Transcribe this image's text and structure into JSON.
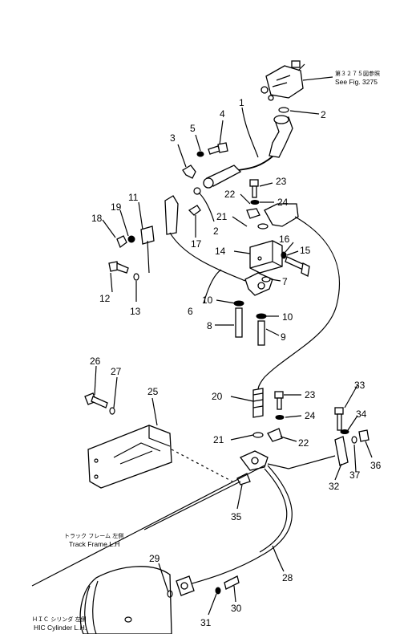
{
  "callouts": [
    {
      "id": "c1",
      "label": "1"
    },
    {
      "id": "c2a",
      "label": "2"
    },
    {
      "id": "c2b",
      "label": "2"
    },
    {
      "id": "c3",
      "label": "3"
    },
    {
      "id": "c4",
      "label": "4"
    },
    {
      "id": "c5",
      "label": "5"
    },
    {
      "id": "c6",
      "label": "6"
    },
    {
      "id": "c7",
      "label": "7"
    },
    {
      "id": "c8",
      "label": "8"
    },
    {
      "id": "c9",
      "label": "9"
    },
    {
      "id": "c10a",
      "label": "10"
    },
    {
      "id": "c10b",
      "label": "10"
    },
    {
      "id": "c11",
      "label": "11"
    },
    {
      "id": "c12",
      "label": "12"
    },
    {
      "id": "c13",
      "label": "13"
    },
    {
      "id": "c14",
      "label": "14"
    },
    {
      "id": "c15",
      "label": "15"
    },
    {
      "id": "c16",
      "label": "16"
    },
    {
      "id": "c17",
      "label": "17"
    },
    {
      "id": "c18",
      "label": "18"
    },
    {
      "id": "c19",
      "label": "19"
    },
    {
      "id": "c20",
      "label": "20"
    },
    {
      "id": "c21a",
      "label": "21"
    },
    {
      "id": "c21b",
      "label": "21"
    },
    {
      "id": "c22a",
      "label": "22"
    },
    {
      "id": "c22b",
      "label": "22"
    },
    {
      "id": "c23a",
      "label": "23"
    },
    {
      "id": "c23b",
      "label": "23"
    },
    {
      "id": "c24a",
      "label": "24"
    },
    {
      "id": "c24b",
      "label": "24"
    },
    {
      "id": "c25",
      "label": "25"
    },
    {
      "id": "c26",
      "label": "26"
    },
    {
      "id": "c27",
      "label": "27"
    },
    {
      "id": "c28",
      "label": "28"
    },
    {
      "id": "c29",
      "label": "29"
    },
    {
      "id": "c30",
      "label": "30"
    },
    {
      "id": "c31",
      "label": "31"
    },
    {
      "id": "c32",
      "label": "32"
    },
    {
      "id": "c33",
      "label": "33"
    },
    {
      "id": "c34",
      "label": "34"
    },
    {
      "id": "c35",
      "label": "35"
    },
    {
      "id": "c36",
      "label": "36"
    },
    {
      "id": "c37",
      "label": "37"
    }
  ],
  "notes": {
    "fig_ref_jp": "第３２７５図参照",
    "fig_ref_en": "See Fig. 3275",
    "track_frame_jp": "トラック フレーム 左側",
    "track_frame_en": "Track Frame L.H",
    "cylinder_jp": "ＨＩＣ シリンダ 左側",
    "cylinder_en": "HIC Cylinder L.H."
  }
}
